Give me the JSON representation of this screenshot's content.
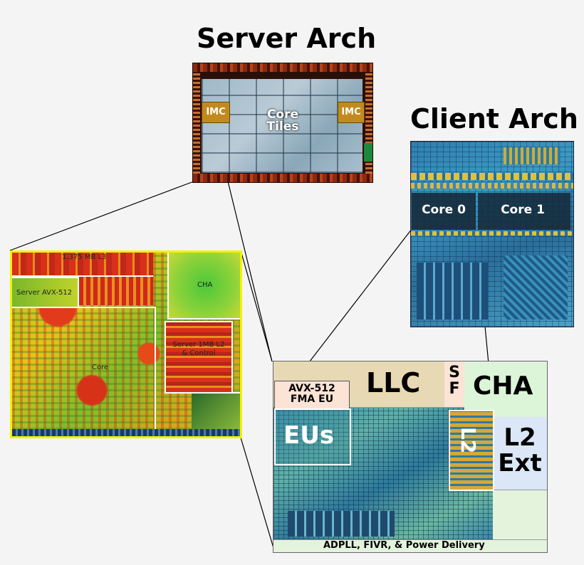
{
  "server": {
    "title": "Server Arch",
    "imc_left": "IMC",
    "imc_right": "IMC",
    "core_tiles": "Core\nTiles"
  },
  "client": {
    "title": "Client Arch",
    "core0": "Core 0",
    "core1": "Core 1"
  },
  "tile_zoom": {
    "l3": "1.375 MB L3",
    "avx": "Server AVX-512",
    "cha": "CHA",
    "l2": "Server 1MB L2\n& Control",
    "core": "Core"
  },
  "core_zoom": {
    "avx": "AVX-512\nFMA EU",
    "llc": "LLC",
    "sf": "S\nF",
    "cha": "CHA",
    "eus": "EUs",
    "l2": "L2",
    "l2ext": "L2\nExt",
    "power": "ADPLL, FIVR, & Power Delivery"
  },
  "colors": {
    "llc_fill": "#e7d9b4",
    "avx_fill": "#fbe3d6",
    "cha_fill": "#dcf5d8",
    "l2ext_fill": "#dbe7f6",
    "power_fill": "#e4f3dc",
    "zoom_border": "#f2f200"
  }
}
